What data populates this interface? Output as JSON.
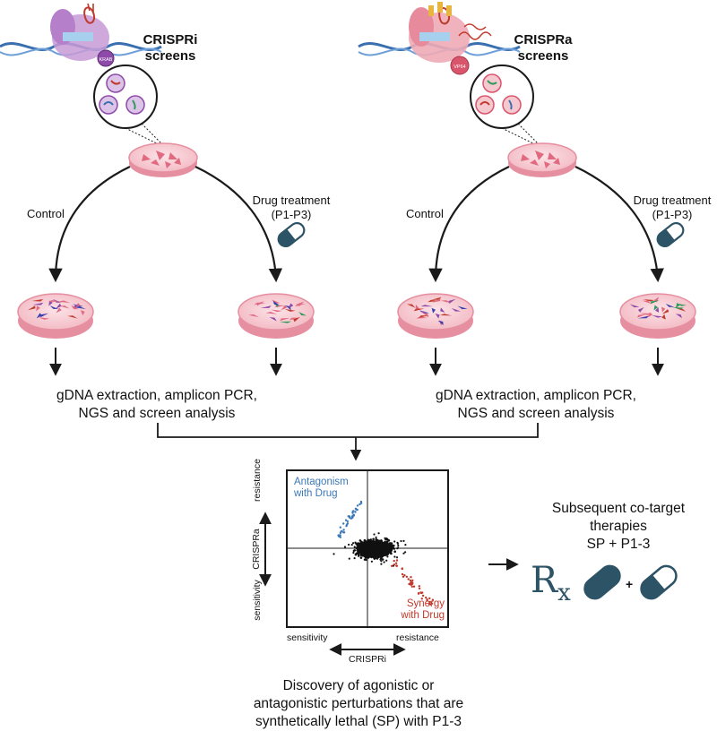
{
  "left_screen": {
    "title_line1": "CRISPRi",
    "title_line2": "screens",
    "badge": "KRAB"
  },
  "right_screen": {
    "title_line1": "CRISPRa",
    "title_line2": "screens",
    "badge": "VP64"
  },
  "branches": {
    "control": "Control",
    "drug_line1": "Drug treatment",
    "drug_line2": "(P1-P3)"
  },
  "analysis": {
    "line1": "gDNA extraction, amplicon PCR,",
    "line2": "NGS and screen analysis"
  },
  "plot": {
    "y_top": "resistance",
    "y_bottom": "sensitivity",
    "y_axis": "CRISPRa",
    "x_left": "sensitivity",
    "x_right": "resistance",
    "x_axis": "CRISPRi",
    "antagonism_line1": "Antagonism",
    "antagonism_line2": "with Drug",
    "synergy_line1": "Synergy",
    "synergy_line2": "with Drug"
  },
  "cotarget": {
    "line1": "Subsequent co-target",
    "line2": "therapies",
    "line3": "SP + P1-3",
    "rx_main": "R",
    "rx_sub": "x",
    "plus": "+"
  },
  "discovery": {
    "line1": "Discovery of agonistic or",
    "line2": "antagonistic perturbations that are",
    "line3": "synthetically lethal (SP) with P1-3"
  },
  "colors": {
    "arrow": "#1a1a1a",
    "dish_pink": "#f3b8c2",
    "dish_rim": "#e58fa0",
    "capsule": "#2d5366",
    "antagonism": "#3b78b8",
    "synergy": "#c0392b",
    "dot": "#111111",
    "protein_purple": "#b57fc9",
    "protein_pink": "#e79aa8",
    "dna_blue": "#3a6fb0"
  }
}
